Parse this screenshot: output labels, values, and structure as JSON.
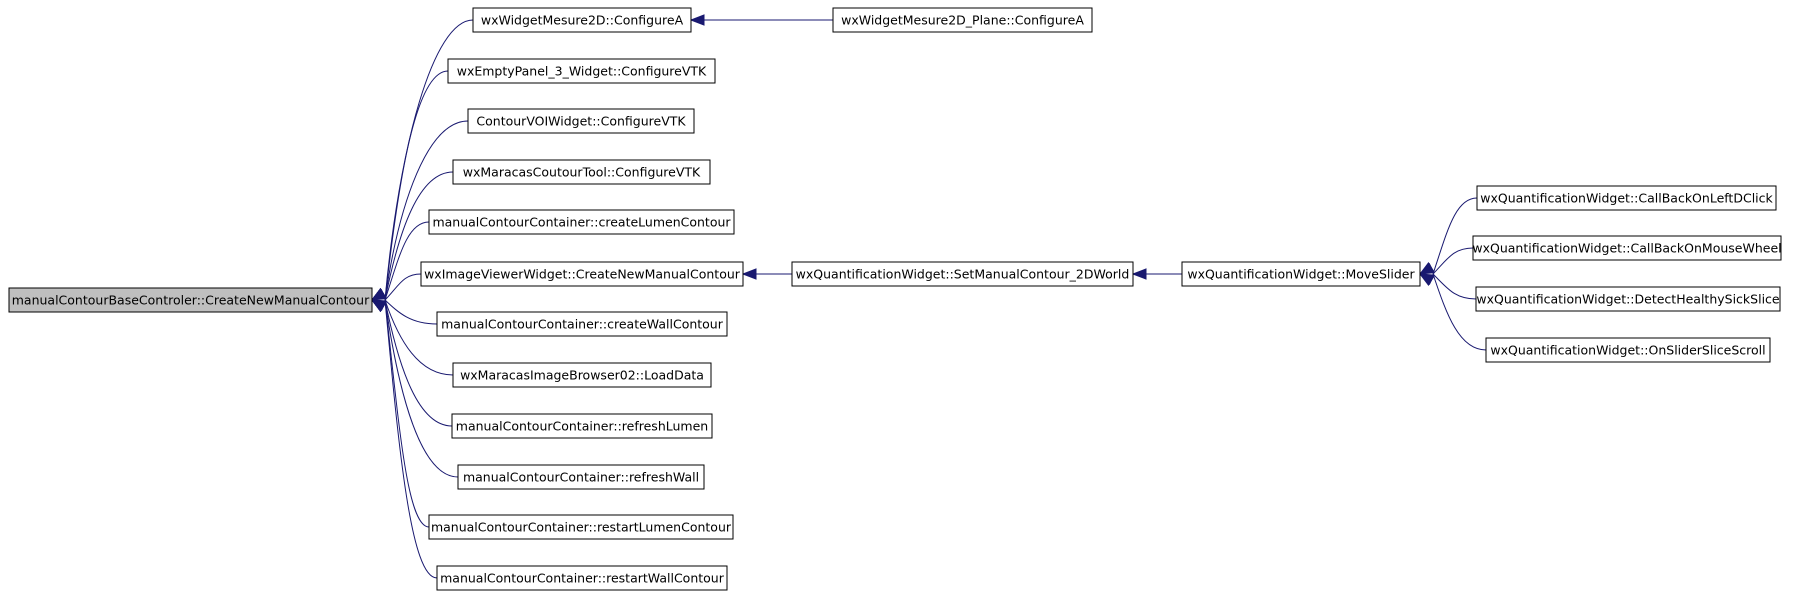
{
  "nodes": {
    "root": "manualContourBaseControler::CreateNewManualContour",
    "c_configureA": "wxWidgetMesure2D::ConfigureA",
    "c_plane_configureA": "wxWidgetMesure2D_Plane::ConfigureA",
    "c_emptypanel": "wxEmptyPanel_3_Widget::ConfigureVTK",
    "c_contourvoi": "ContourVOIWidget::ConfigureVTK",
    "c_coutourtool": "wxMaracasCoutourTool::ConfigureVTK",
    "c_createlumen": "manualContourContainer::createLumenContour",
    "c_imageviewer": "wxImageViewerWidget::CreateNewManualContour",
    "c_createwall": "manualContourContainer::createWallContour",
    "c_loaddata": "wxMaracasImageBrowser02::LoadData",
    "c_refreshlumen": "manualContourContainer::refreshLumen",
    "c_refreshwall": "manualContourContainer::refreshWall",
    "c_restartlumen": "manualContourContainer::restartLumenContour",
    "c_restartwall": "manualContourContainer::restartWallContour",
    "q_setmanual": "wxQuantificationWidget::SetManualContour_2DWorld",
    "q_moveslider": "wxQuantificationWidget::MoveSlider",
    "q_leftdclick": "wxQuantificationWidget::CallBackOnLeftDClick",
    "q_mousewheel": "wxQuantificationWidget::CallBackOnMouseWheel",
    "q_detect": "wxQuantificationWidget::DetectHealthySickSlice",
    "q_scroll": "wxQuantificationWidget::OnSliderSliceScroll"
  },
  "edges": [
    [
      "c_configureA",
      "root"
    ],
    [
      "c_emptypanel",
      "root"
    ],
    [
      "c_contourvoi",
      "root"
    ],
    [
      "c_coutourtool",
      "root"
    ],
    [
      "c_createlumen",
      "root"
    ],
    [
      "c_imageviewer",
      "root"
    ],
    [
      "c_createwall",
      "root"
    ],
    [
      "c_loaddata",
      "root"
    ],
    [
      "c_refreshlumen",
      "root"
    ],
    [
      "c_refreshwall",
      "root"
    ],
    [
      "c_restartlumen",
      "root"
    ],
    [
      "c_restartwall",
      "root"
    ],
    [
      "c_plane_configureA",
      "c_configureA"
    ],
    [
      "q_setmanual",
      "c_imageviewer"
    ],
    [
      "q_moveslider",
      "q_setmanual"
    ],
    [
      "q_leftdclick",
      "q_moveslider"
    ],
    [
      "q_mousewheel",
      "q_moveslider"
    ],
    [
      "q_detect",
      "q_moveslider"
    ],
    [
      "q_scroll",
      "q_moveslider"
    ]
  ]
}
